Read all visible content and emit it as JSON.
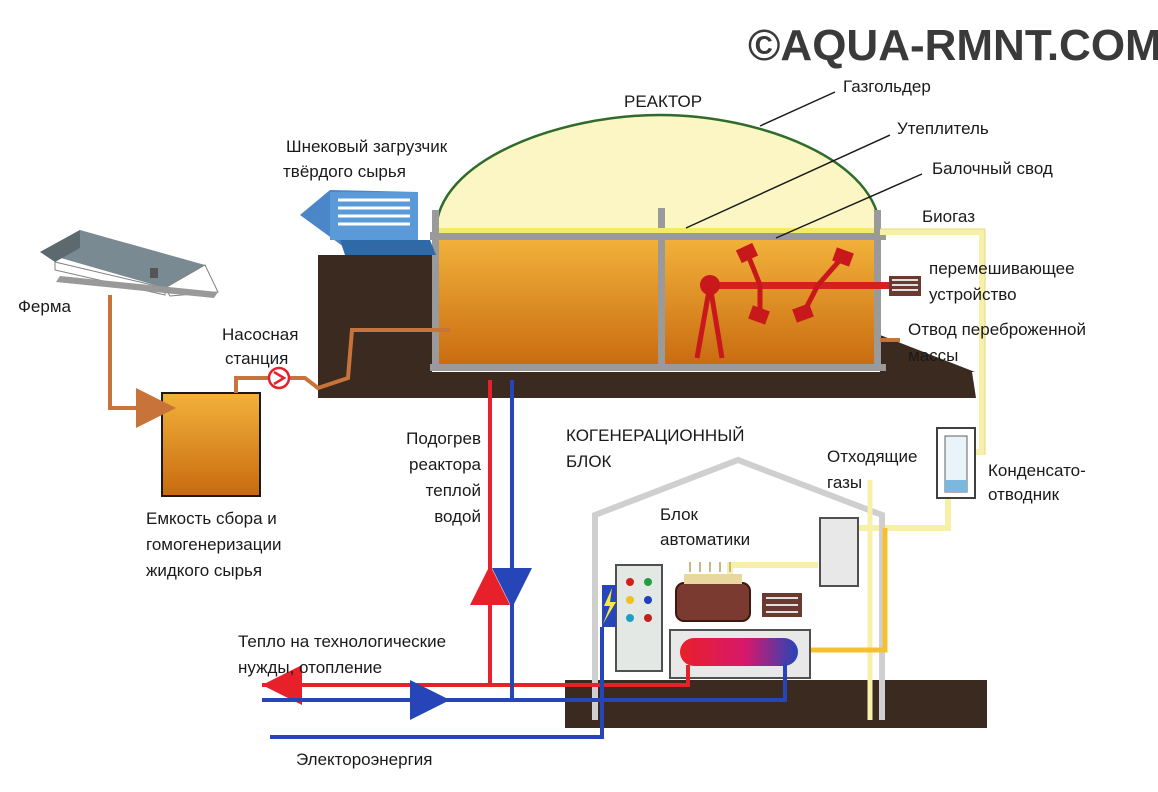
{
  "watermark": "©AQUA-RMNT.COM",
  "labels": {
    "reactor": "РЕАКТОР",
    "gasholder": "Газгольдер",
    "insulation": "Утеплитель",
    "beam_vault": "Балочный свод",
    "biogas": "Биогаз",
    "screw_loader_1": "Шнековый загрузчик",
    "screw_loader_2": "твёрдого сырья",
    "farm": "Ферма",
    "pump_station_1": "Насосная",
    "pump_station_2": "станция",
    "mixer_1": "перемешивающее",
    "mixer_2": "устройство",
    "outlet_1": "Отвод переброженной",
    "outlet_2": "массы",
    "heating_1": "Подогрев",
    "heating_2": "реактора",
    "heating_3": "теплой",
    "heating_4": "водой",
    "cogen_1": "КОГЕНЕРАЦИОННЫЙ",
    "cogen_2": "БЛОК",
    "exhaust_1": "Отходящие",
    "exhaust_2": "газы",
    "condensate_1": "Конденсато-",
    "condensate_2": "отводник",
    "automation_1": "Блок",
    "automation_2": "автоматики",
    "tank_1": "Емкость сбора и",
    "tank_2": "гомогенеризации",
    "tank_3": "жидкого сырья",
    "heat_1": "Тепло на технологические",
    "heat_2": "нужды, отопление",
    "electricity": "Электороэнергия"
  },
  "colors": {
    "slurry_top": "#f2b23a",
    "slurry_bottom": "#c86a10",
    "dome": "#fbf6c4",
    "dome_outline": "#2f6b2a",
    "ground": "#3b2a20",
    "hot_water": "#e8202a",
    "cold_water": "#2545b8",
    "gas_pipe": "#f6f0a8",
    "feed_pipe": "#c8733a",
    "steel": "#9a9a9a"
  }
}
